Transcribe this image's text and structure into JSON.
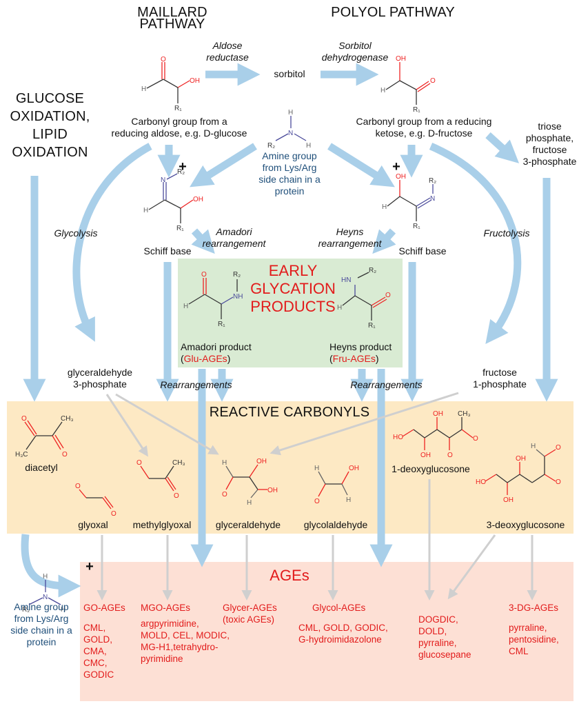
{
  "headers": {
    "maillard": "MAILLARD PATHWAY",
    "polyol": "POLYOL PATHWAY",
    "oxidation": [
      "GLUCOSE",
      "OXIDATION,",
      "LIPID",
      "OXIDATION"
    ]
  },
  "enzymes": {
    "aldose_reductase": [
      "Aldose",
      "reductase"
    ],
    "sorbitol_dehydrogenase": [
      "Sorbitol",
      "dehydrogenase"
    ]
  },
  "nodes": {
    "sorbitol": "sorbitol",
    "aldose_carbonyl": [
      "Carbonyl group from a",
      "reducing aldose, e.g. D-glucose"
    ],
    "ketose_carbonyl": [
      "Carbonyl group from a reducing",
      "ketose, e.g. D-fructose"
    ],
    "amine_group": [
      "Amine group",
      "from Lys/Arg",
      "side chain in a",
      "protein"
    ],
    "triose_phosphate": [
      "triose",
      "phosphate,",
      "fructose",
      "3-phosphate"
    ],
    "plus": "+",
    "schiff_base_left": "Schiff base",
    "schiff_base_right": "Schiff base",
    "glycolysis": "Glycolysis",
    "fructolysis": "Fructolysis",
    "amadori_rearrangement": [
      "Amadori",
      "rearrangement"
    ],
    "heyns_rearrangement": [
      "Heyns",
      "rearrangement"
    ],
    "glyceraldehyde_3p": [
      "glyceraldehyde",
      "3-phosphate"
    ],
    "fructose_1p": [
      "fructose",
      "1-phosphate"
    ],
    "rearrangements_left": "Rearrangements",
    "rearrangements_right": "Rearrangements"
  },
  "early_glycation": {
    "title": [
      "EARLY",
      "GLYCATION",
      "PRODUCTS"
    ],
    "amadori_product": "Amadori product",
    "amadori_tag": "Glu-AGEs",
    "heyns_product": "Heyns product",
    "heyns_tag": "Fru-AGEs"
  },
  "reactive_carbonyls": {
    "title": "REACTIVE CARBONYLS",
    "compounds": [
      "diacetyl",
      "glyoxal",
      "methylglyoxal",
      "glyceraldehyde",
      "glycolaldehyde",
      "1-deoxyglucosone",
      "3-deoxyglucosone"
    ]
  },
  "ages": {
    "title": "AGEs",
    "amine_group": [
      "Amine group",
      "from Lys/Arg",
      "side chain in a",
      "protein"
    ],
    "groups": [
      {
        "name": "GO-AGEs",
        "items": [
          "CML,",
          "GOLD,",
          "CMA,",
          "CMC,",
          "GODIC"
        ]
      },
      {
        "name": "MGO-AGEs",
        "items": [
          "argpyrimidine,",
          "MOLD, CEL, MODIC,",
          "MG-H1,tetrahydro-",
          "pyrimidine"
        ]
      },
      {
        "name": "Glycer-AGEs",
        "subtitle": "(toxic AGEs)",
        "items": []
      },
      {
        "name": "Glycol-AGEs",
        "items": [
          "CML, GOLD, GODIC,",
          "G-hydroimidazolone"
        ]
      },
      {
        "name": "",
        "items": [
          "DOGDIC,",
          "DOLD,",
          "pyrraline,",
          "glucosepane"
        ]
      },
      {
        "name": "3-DG-AGEs",
        "items": [
          "pyrraline,",
          "pentosidine,",
          "CML"
        ]
      }
    ]
  },
  "colors": {
    "arrow_blue": "#a9cfe9",
    "arrow_gray": "#cfcfcf",
    "early_bg": "#d9ebd3",
    "reactive_bg": "#fde9c4",
    "ages_bg": "#fde0d5",
    "accent_red": "#e21b1b",
    "amine_blue": "#1f4f7a"
  }
}
